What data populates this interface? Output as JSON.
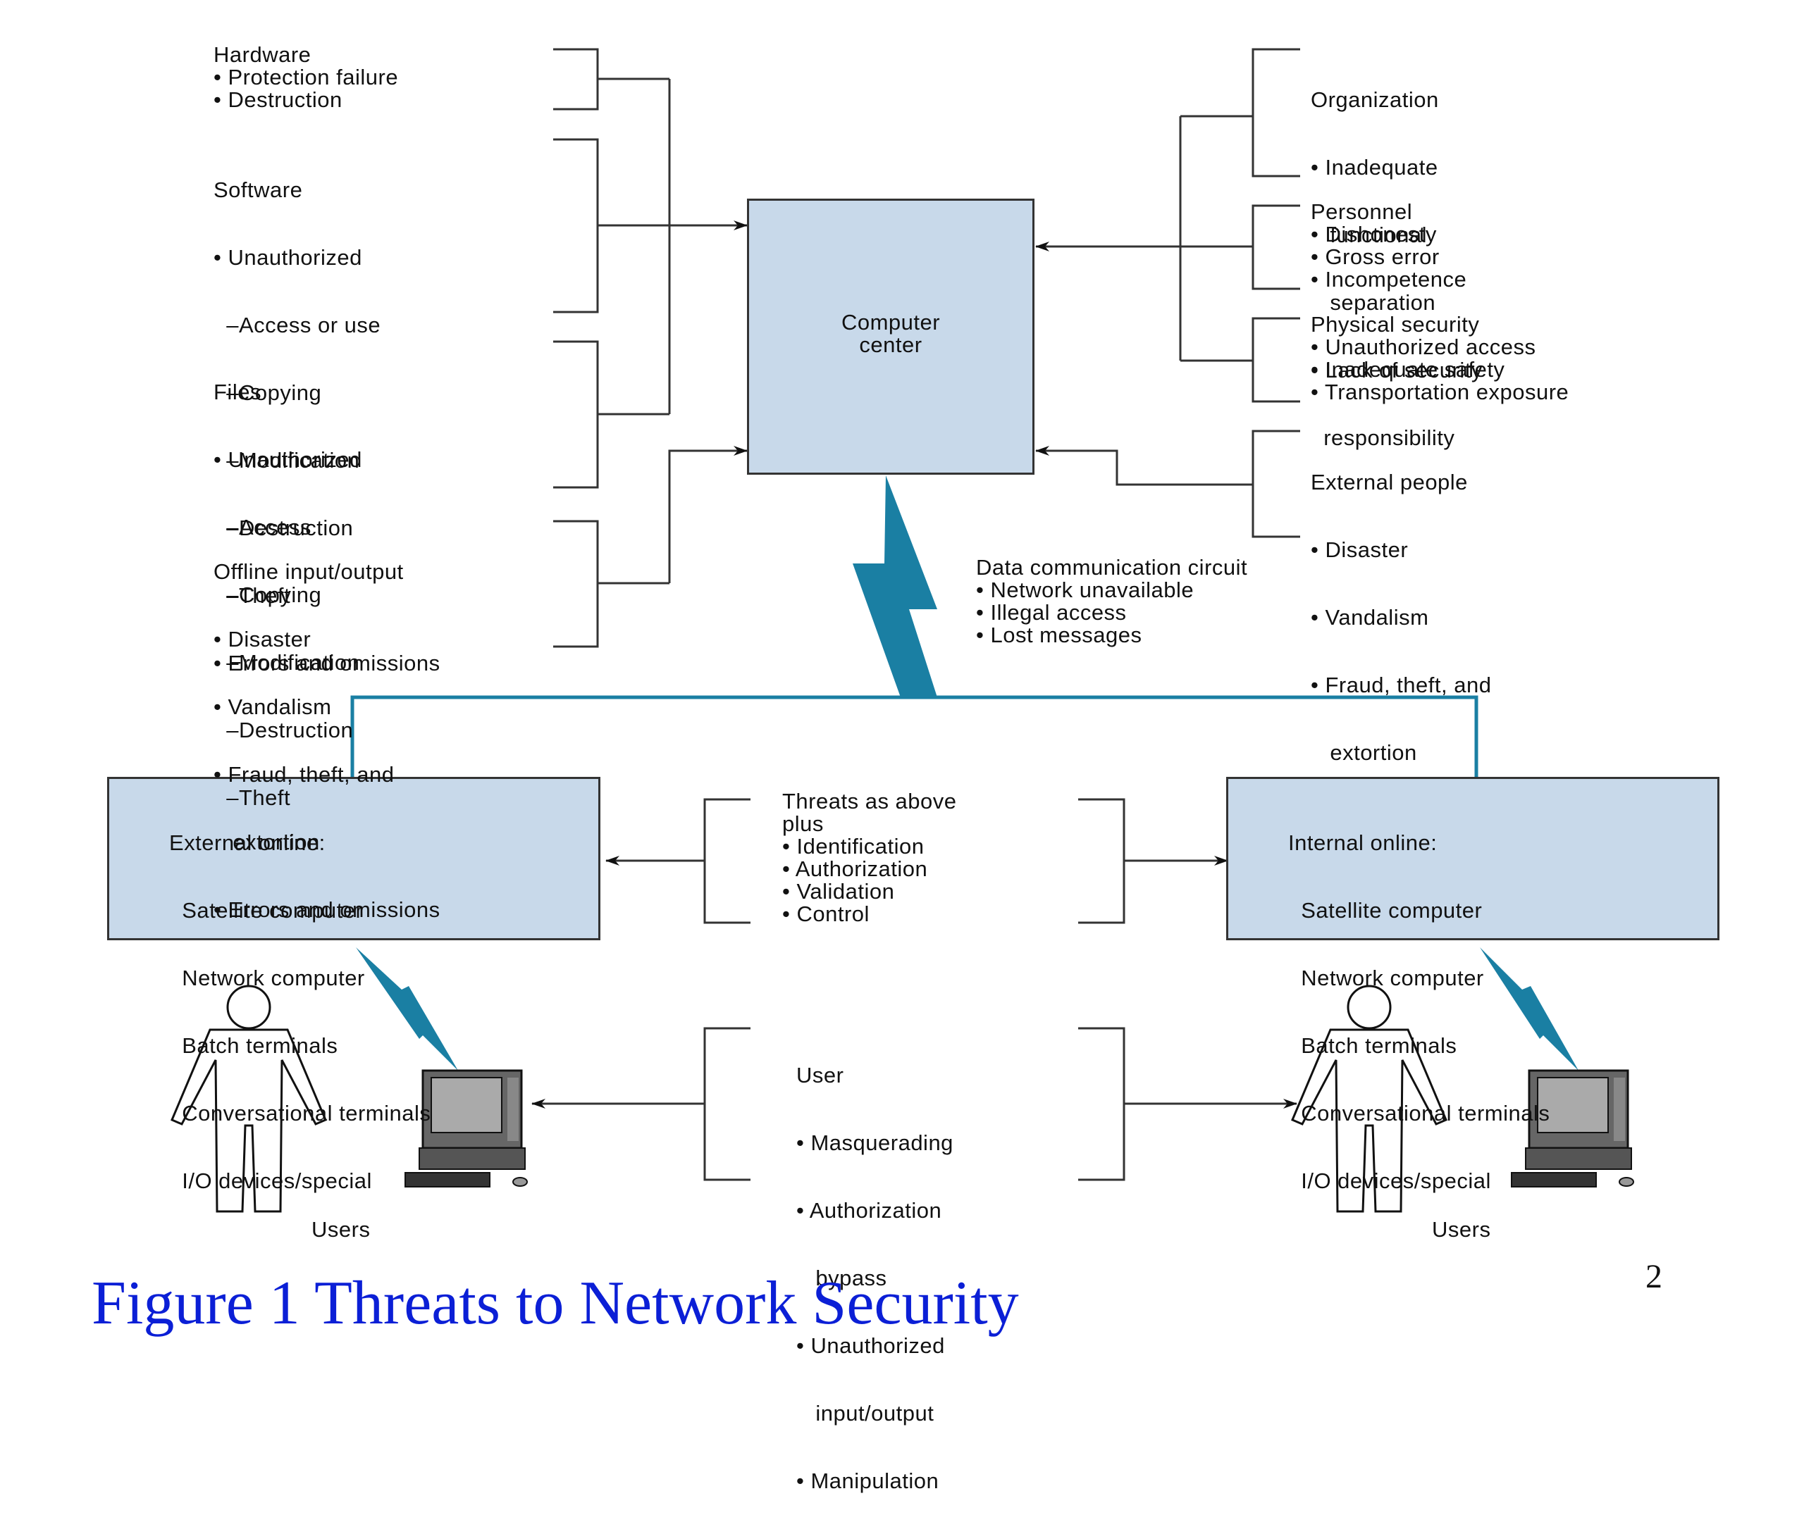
{
  "colors": {
    "box_fill": "#c8d9ea",
    "link_line": "#1a7fa3",
    "lightning": "#1a7fa3",
    "caption": "#0b1fd6",
    "line": "#333333"
  },
  "left_groups": {
    "hardware": [
      "Hardware",
      "• Protection failure",
      "• Destruction"
    ],
    "software": [
      "Software",
      "• Unauthorized",
      "  –Access or use",
      "  –Copying",
      "  –Modification",
      "  –Destruction",
      "  –Theft",
      "• Errors and omissions"
    ],
    "files": [
      "Files",
      "• Unauthorized",
      "  –Access",
      "  –Copying",
      "  –Modification",
      "  –Destruction",
      "  –Theft"
    ],
    "offline": [
      "Offline input/output",
      "• Disaster",
      "• Vandalism",
      "• Fraud, theft, and",
      "   extortion",
      "• Errors and omissions"
    ]
  },
  "right_groups": {
    "organization": [
      "Organization",
      "• Inadequate",
      "   functional",
      "   separation",
      "• Lack of security",
      "  responsibility"
    ],
    "personnel": [
      "Personnel",
      "• Dishonesty",
      "• Gross error",
      "• Incompetence"
    ],
    "physical": [
      "Physical security",
      "• Unauthorized access",
      "• Inadequate safety",
      "• Transportation exposure"
    ],
    "external_people": [
      "External people",
      "• Disaster",
      "• Vandalism",
      "• Fraud, theft, and",
      "   extortion"
    ]
  },
  "center": {
    "lines": [
      "Computer",
      "center"
    ]
  },
  "data_comm": [
    "Data communication circuit",
    "• Network unavailable",
    "• Illegal access",
    "• Lost messages"
  ],
  "external_online": [
    "External online:",
    "  Satellite computer",
    "  Network computer",
    "  Batch terminals",
    "  Conversational terminals",
    "  I/O devices/special"
  ],
  "internal_online": [
    "Internal online:",
    "  Satellite computer",
    "  Network computer",
    "  Batch terminals",
    "  Conversational terminals",
    "  I/O devices/special"
  ],
  "threats_above": [
    "Threats as above",
    "plus",
    "• Identification",
    "• Authorization",
    "• Validation",
    "• Control"
  ],
  "user_threats": [
    "User",
    "• Masquerading",
    "• Authorization",
    "   bypass",
    "• Unauthorized",
    "   input/output",
    "• Manipulation"
  ],
  "users_left_label": "Users",
  "users_right_label": "Users",
  "caption": "Figure 1 Threats to Network Security",
  "page_number": "2",
  "icons": {
    "person": "person-outline-icon",
    "computer": "desktop-computer-icon",
    "lightning": "lightning-bolt-icon"
  }
}
